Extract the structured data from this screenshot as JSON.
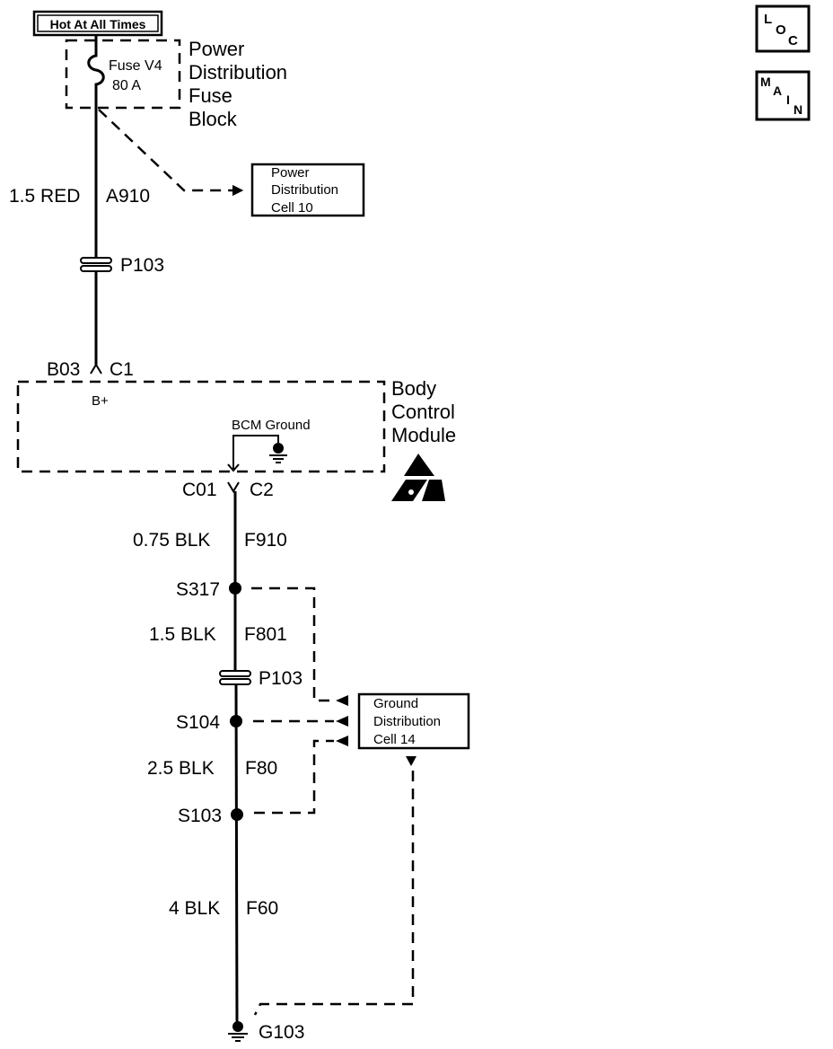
{
  "power_source": {
    "label": "Hot At All Times"
  },
  "fuse_block": {
    "fuse_name": "Fuse V4",
    "fuse_rating": "80 A",
    "title_lines": [
      "Power",
      "Distribution",
      "Fuse",
      "Block"
    ]
  },
  "power_distribution_ref": {
    "lines": [
      "Power",
      "Distribution",
      "Cell 10"
    ]
  },
  "wire_a910": {
    "gauge_color": "1.5 RED",
    "circuit": "A910"
  },
  "connector_upper": {
    "label": "P103"
  },
  "bcm_input": {
    "terminal": "B03",
    "connector": "C1"
  },
  "bcm": {
    "bplus": "B+",
    "ground_label": "BCM Ground",
    "title_lines": [
      "Body",
      "Control",
      "Module"
    ]
  },
  "bcm_output": {
    "terminal": "C01",
    "connector": "C2"
  },
  "wire_f910": {
    "gauge_color": "0.75 BLK",
    "circuit": "F910"
  },
  "splice_s317": {
    "label": "S317"
  },
  "wire_f801": {
    "gauge_color": "1.5 BLK",
    "circuit": "F801"
  },
  "connector_lower": {
    "label": "P103"
  },
  "splice_s104": {
    "label": "S104"
  },
  "wire_f80": {
    "gauge_color": "2.5 BLK",
    "circuit": "F80"
  },
  "splice_s103": {
    "label": "S103"
  },
  "wire_f60": {
    "gauge_color": "4 BLK",
    "circuit": "F60"
  },
  "ground_g103": {
    "label": "G103"
  },
  "ground_distribution_ref": {
    "lines": [
      "Ground",
      "Distribution",
      "Cell 14"
    ]
  },
  "loc_icon": {
    "letters": [
      "L",
      "O",
      "C"
    ]
  },
  "main_icon": {
    "letters": [
      "M",
      "A",
      "I",
      "N"
    ]
  },
  "icons": {
    "esd": "esd-sensitive-icon",
    "loc": "location-icon",
    "main": "main-index-icon"
  }
}
